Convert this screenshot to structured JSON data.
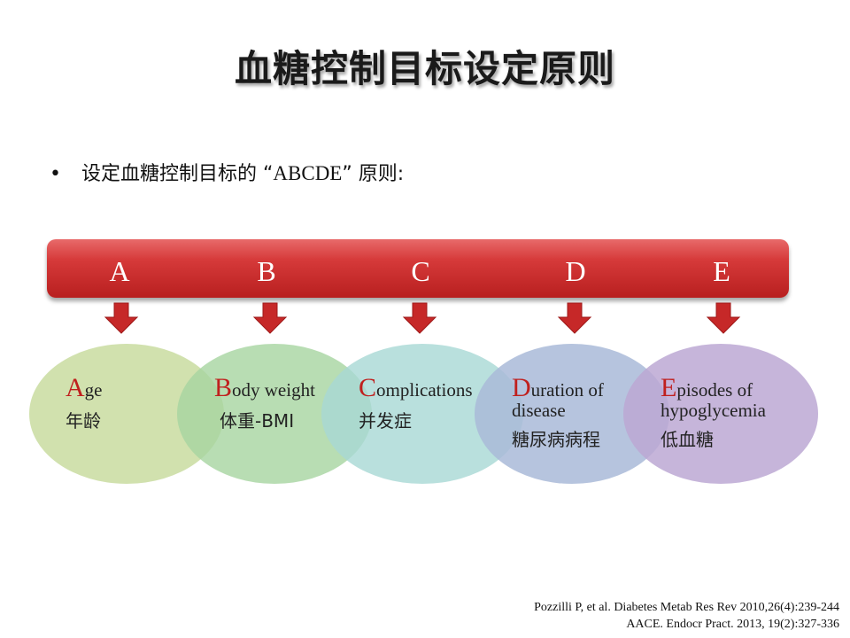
{
  "title": "血糖控制目标设定原则",
  "bullet": {
    "symbol": "•",
    "text_pre": "设定血糖控制目标的 “",
    "text_latin": "ABCDE",
    "text_post": "” 原则:"
  },
  "bar": {
    "color": "#c62828",
    "letters": [
      "A",
      "B",
      "C",
      "D",
      "E"
    ]
  },
  "items": [
    {
      "cap": "A",
      "rest": "ge",
      "rest2": "",
      "zh": "年龄",
      "color": "#c9dca0"
    },
    {
      "cap": "B",
      "rest": "ody weight",
      "rest2": "",
      "zh": "体重-BMI",
      "color": "#a6d5a0"
    },
    {
      "cap": "C",
      "rest": "omplications",
      "rest2": "",
      "zh": "并发症",
      "color": "#a8d8d4"
    },
    {
      "cap": "D",
      "rest": "uration of",
      "rest2": "disease",
      "zh": "糖尿病病程",
      "color": "#a9bad8"
    },
    {
      "cap": "E",
      "rest": "pisodes of",
      "rest2": "hypoglycemia",
      "zh": "低血糖",
      "color": "#bca8d3"
    }
  ],
  "references": [
    "Pozzilli P, et al. Diabetes Metab Res Rev 2010,26(4):239-244",
    "AACE. Endocr Pract. 2013, 19(2):327-336"
  ]
}
